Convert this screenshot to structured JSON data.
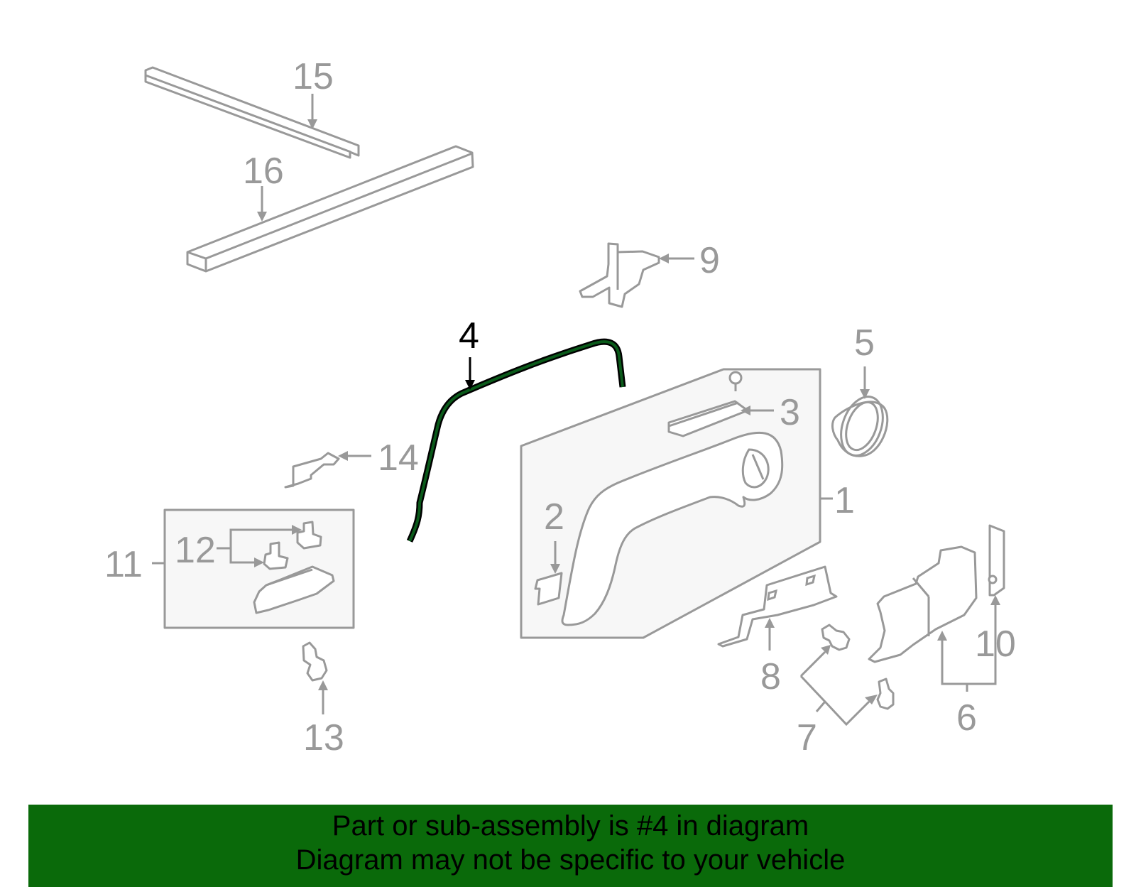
{
  "callouts": {
    "c1": "1",
    "c2": "2",
    "c3": "3",
    "c4": "4",
    "c5": "5",
    "c6": "6",
    "c7": "7",
    "c8": "8",
    "c9": "9",
    "c10": "10",
    "c11": "11",
    "c12": "12",
    "c13": "13",
    "c14": "14",
    "c15": "15",
    "c16": "16"
  },
  "highlighted_part": "4",
  "colors": {
    "highlight_part": "#0a5a1a",
    "highlight_label": "#000000",
    "line_art": "#999999",
    "banner_background": "#0a6a0a"
  },
  "banner": {
    "line1": "Part or sub-assembly is #4 in diagram",
    "line2": "Diagram may not be specific to your vehicle"
  }
}
